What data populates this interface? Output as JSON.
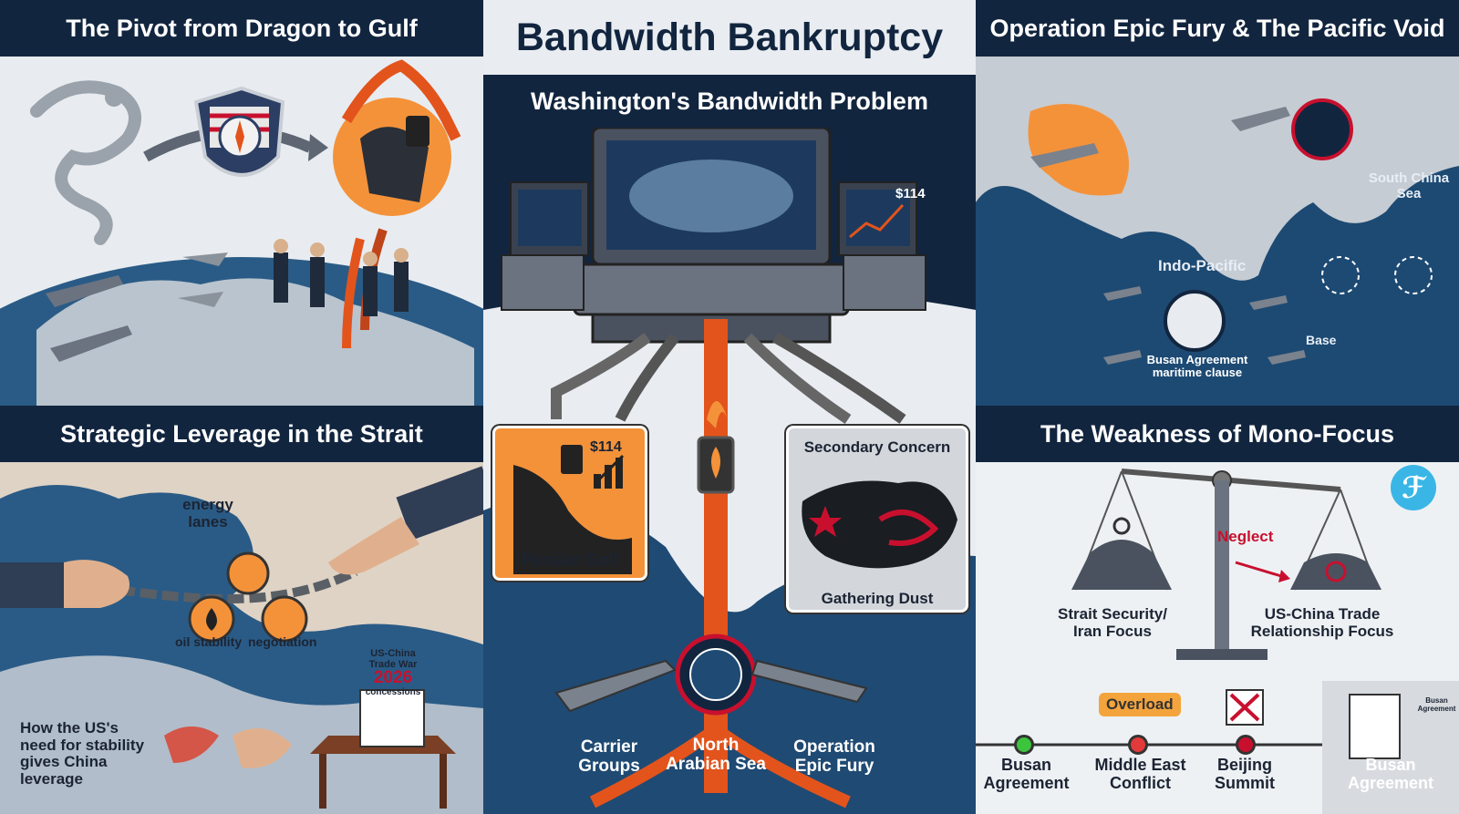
{
  "main_title": "Bandwidth Bankruptcy",
  "panels": {
    "top_left": {
      "title": "The Pivot from Dragon to Gulf"
    },
    "bottom_left": {
      "title": "Strategic Leverage in the Strait",
      "energy_label": "energy lanes",
      "oil_label": "oil stability",
      "negotiation_label": "negotiation",
      "sign_line1": "US-China",
      "sign_line2": "Trade War",
      "sign_year": "2026",
      "sign_line3": "concessions",
      "caption": "How the US's need for stability gives China leverage"
    },
    "center": {
      "subtitle": "Washington's Bandwidth Problem",
      "price_monitor": "$114",
      "gulf_card": {
        "price": "$114",
        "label": "Persian Gulf"
      },
      "china_card": {
        "header": "Secondary Concern",
        "footer": "Gathering Dust"
      },
      "bottom_labels": [
        "Carrier Groups",
        "North Arabian Sea",
        "Operation Epic Fury"
      ]
    },
    "top_right": {
      "title": "Operation Epic Fury & The Pacific Void",
      "south_china_sea": "South China Sea",
      "indo_pacific": "Indo-Pacific",
      "busan_clause": "Busan Agreement maritime clause",
      "base": "Base"
    },
    "bottom_right": {
      "title": "The Weakness of Mono-Focus",
      "neglect": "Neglect",
      "left_weight": "Strait Security/ Iran Focus",
      "right_weight": "US-China Trade Relationship Focus",
      "overload": "Overload",
      "timeline": [
        "Busan Agreement",
        "Middle East Conflict",
        "Beijing Summit",
        "Busan Agreement"
      ],
      "doc_label": "Busan Agreement"
    }
  },
  "colors": {
    "navy": "#12253f",
    "orange": "#f4923a",
    "fire": "#e2541c",
    "ocean": "#2a5b86",
    "land": "#d9dde2"
  },
  "icons": [
    "dragon-icon",
    "compass-shield-icon",
    "oil-barrel-icon",
    "chain-icon",
    "handshake-icon",
    "computer-terminal-icon",
    "scale-icon",
    "seal-icon",
    "calendar-x-icon"
  ]
}
